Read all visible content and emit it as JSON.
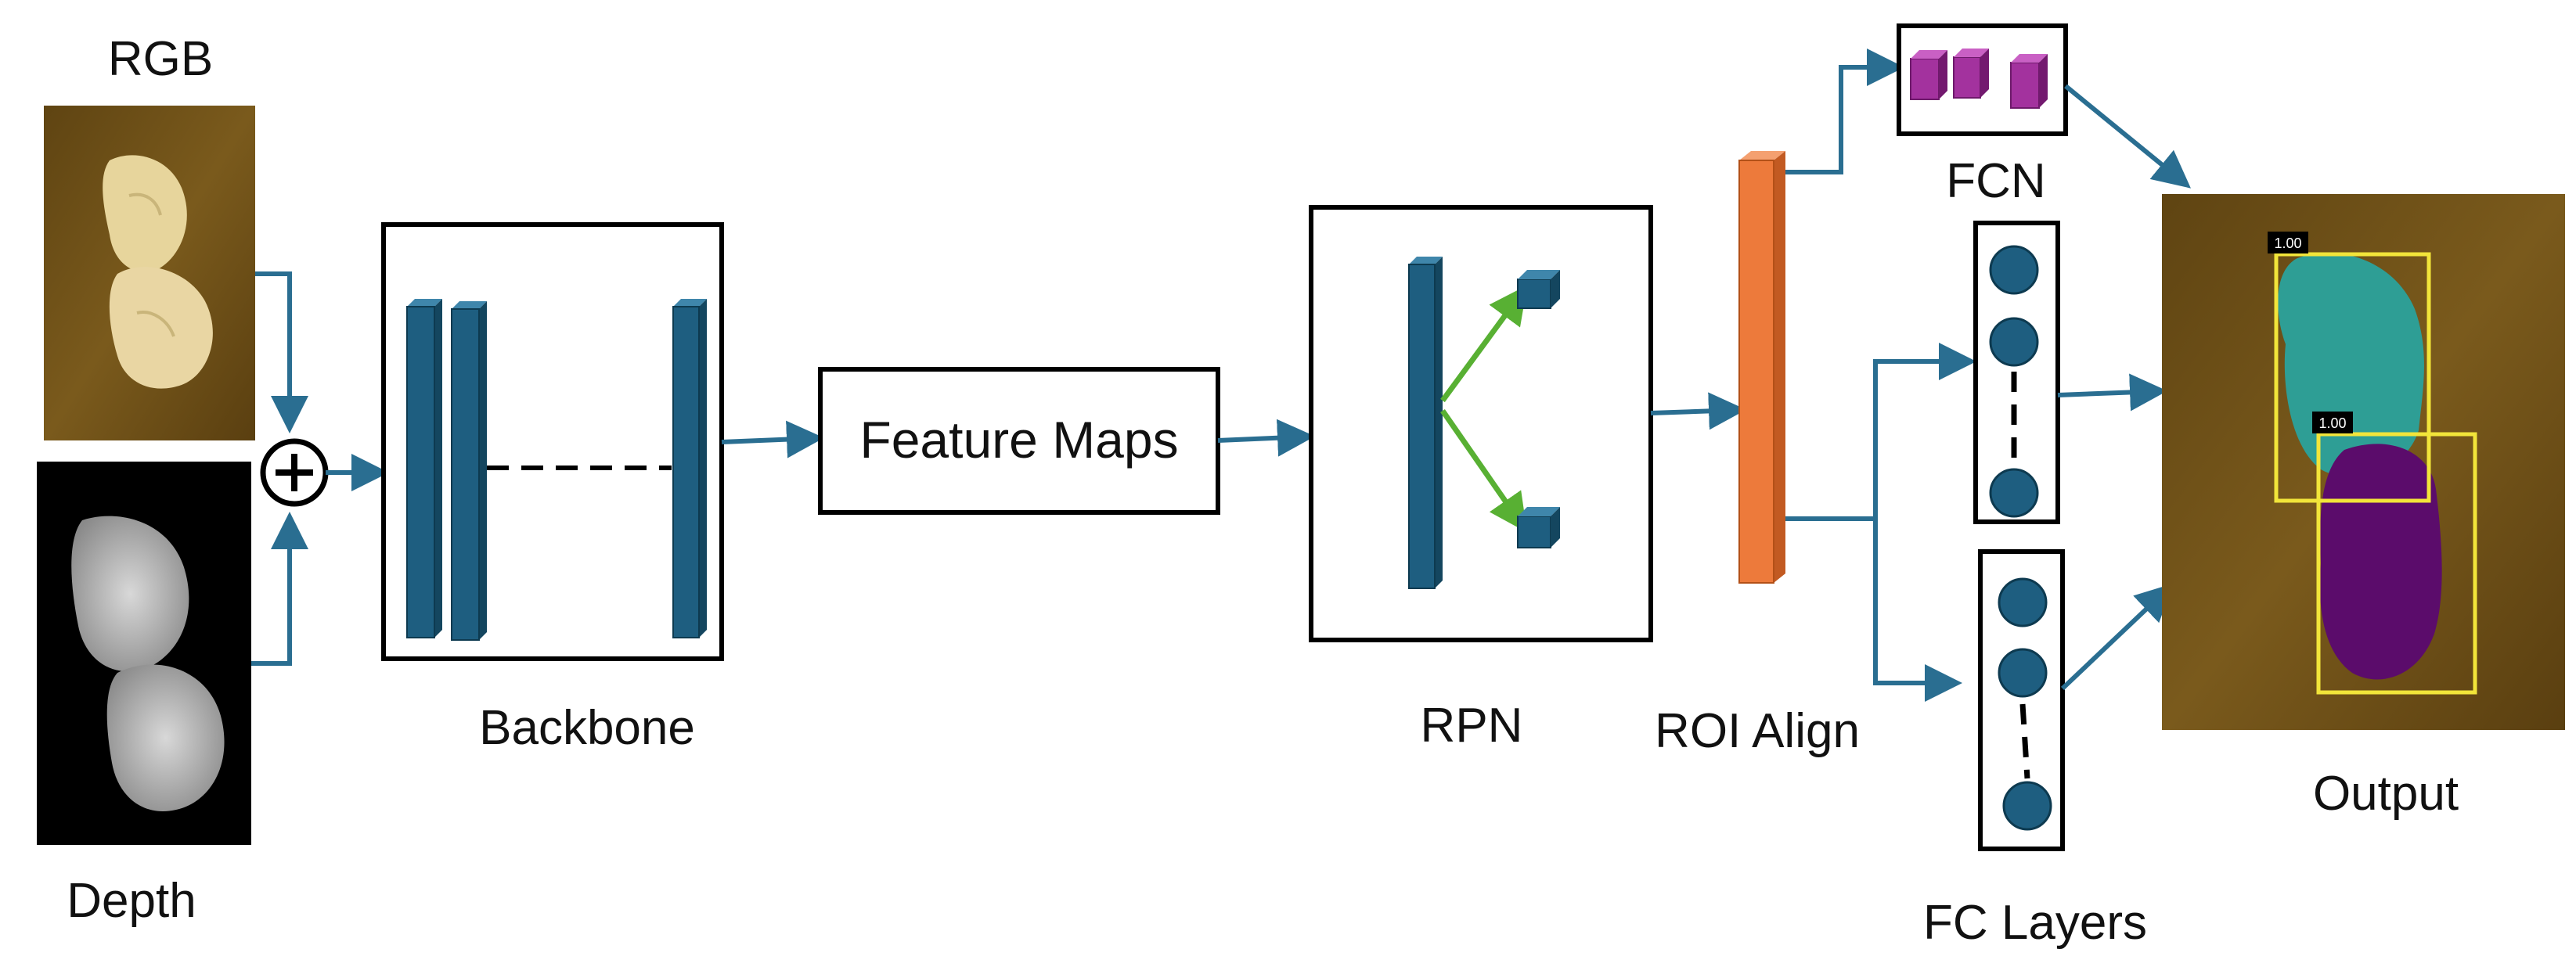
{
  "labels": {
    "rgb": "RGB",
    "depth": "Depth",
    "backbone": "Backbone",
    "feature_maps": "Feature Maps",
    "rpn": "RPN",
    "roi_align": "ROI Align",
    "fcn": "FCN",
    "fc_layers": "FC Layers",
    "output": "Output"
  },
  "output_scores": [
    "1.00",
    "1.00"
  ],
  "colors": {
    "arrow": "#2a6e91",
    "layer_blue": "#1e5e80",
    "roi_orange": "#ed7a3b",
    "fcn_purple": "#a3329e",
    "rpn_green": "#58b033",
    "mask_teal": "#2e9e95",
    "mask_purple": "#5b0c6b",
    "box_yellow": "#f2e53a",
    "wood": "#6e4f17"
  },
  "icons": {
    "fusion": "circle-plus-icon"
  }
}
